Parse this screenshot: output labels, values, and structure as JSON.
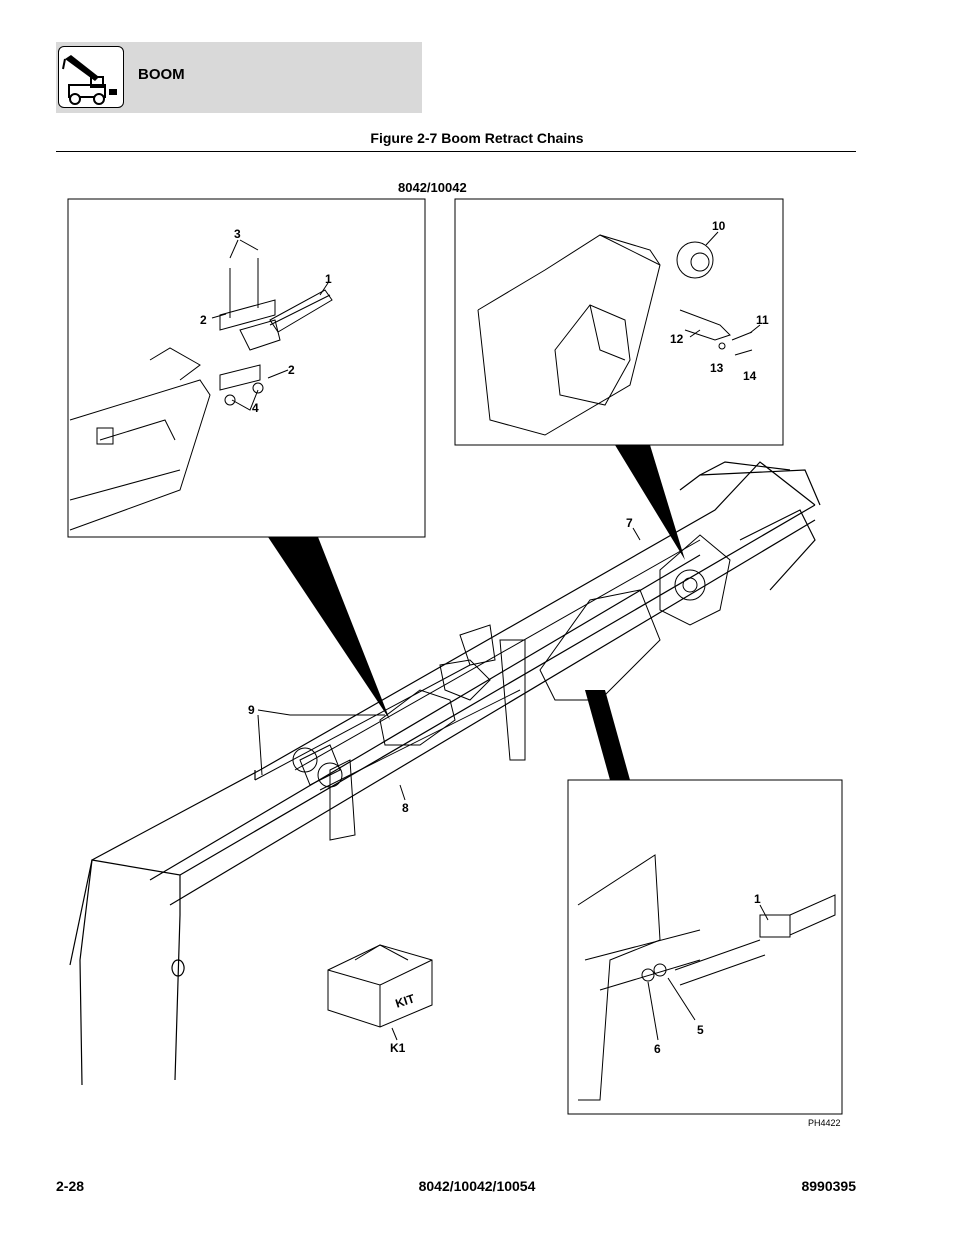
{
  "header": {
    "section_title": "BOOM",
    "icon": "telehandler-boom-icon"
  },
  "figure": {
    "title": "Figure 2-7 Boom Retract Chains",
    "model_label": "8042/10042",
    "image_id": "PH4422"
  },
  "callouts": {
    "c1a": "1",
    "c2a": "2",
    "c2b": "2",
    "c3": "3",
    "c4": "4",
    "c10": "10",
    "c11": "11",
    "c12": "12",
    "c13": "13",
    "c14": "14",
    "c7": "7",
    "c8": "8",
    "c9": "9",
    "k1": "K1",
    "c1b": "1",
    "c5": "5",
    "c6": "6"
  },
  "kit_label": "KIT",
  "footer": {
    "page_number": "2-28",
    "models": "8042/10042/10054",
    "part_number": "8990395"
  }
}
